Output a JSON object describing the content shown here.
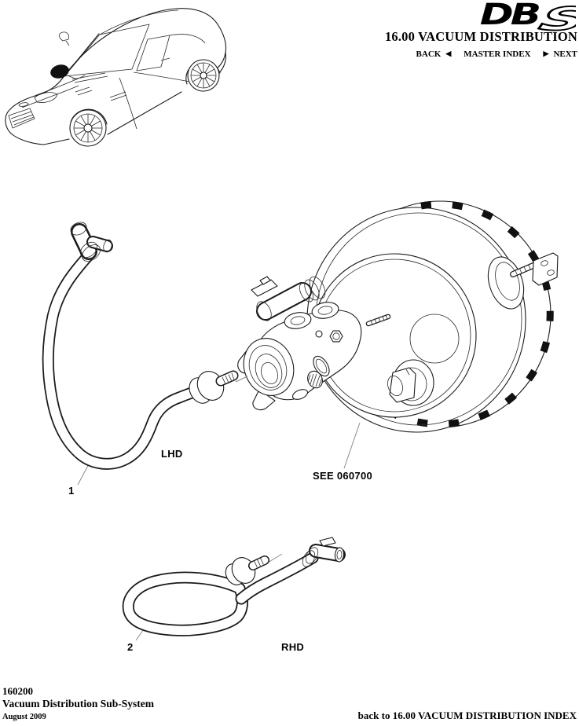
{
  "page": {
    "background": "#ffffff",
    "line_color": "#1a1a1a",
    "leader_color": "#8a8a8a",
    "text_color": "#000000"
  },
  "header": {
    "logo_db": "DB",
    "logo_s": "S",
    "section_title": "16.00 VACUUM DISTRIBUTION",
    "nav": {
      "back_label": "BACK",
      "back_arrow": "◀",
      "master_index_label": "MASTER INDEX",
      "next_arrow": "▶",
      "next_label": "NEXT"
    }
  },
  "diagram": {
    "callout_1": "1",
    "label_lhd": "LHD",
    "see_reference": "SEE 060700",
    "callout_2": "2",
    "label_rhd": "RHD"
  },
  "footer": {
    "section_number": "160200",
    "subsystem_title": "Vacuum Distribution Sub-System",
    "issue_date": "August 2009",
    "back_link": "back to 16.00 VACUUM DISTRIBUTION INDEX"
  }
}
